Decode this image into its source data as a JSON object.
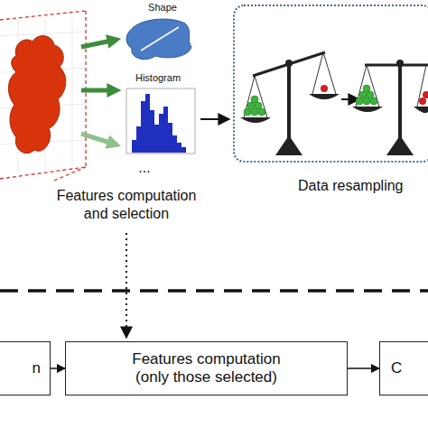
{
  "diagram": {
    "nodes": [
      {
        "text": [
          "Data resampling"
        ]
      },
      {
        "text": [
          "n"
        ]
      },
      {
        "text": [
          "Features computation (only those selected)"
        ]
      },
      {
        "text": [
          "C"
        ]
      }
    ],
    "edges": [
      {
        "from": 1,
        "to": 2,
        "arrow": "to"
      },
      {
        "from": 2,
        "to": 3,
        "arrow": "to"
      }
    ],
    "labels": [
      "Shape",
      "Histogram",
      "...",
      "Features computation and selection"
    ]
  }
}
